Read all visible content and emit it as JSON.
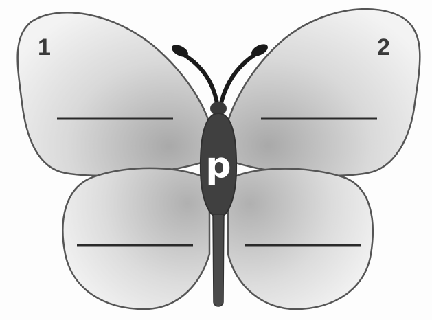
{
  "labels": {
    "wing_left": "1",
    "wing_right": "2",
    "body": "p"
  },
  "blanks": [
    "",
    "",
    "",
    ""
  ],
  "colors": {
    "wing_fill_light": "#f4f4f4",
    "wing_fill_dark": "#bdbdbd",
    "outline": "#555555",
    "body": "#3f3f3f",
    "blank_line": "#2a2a2a"
  }
}
